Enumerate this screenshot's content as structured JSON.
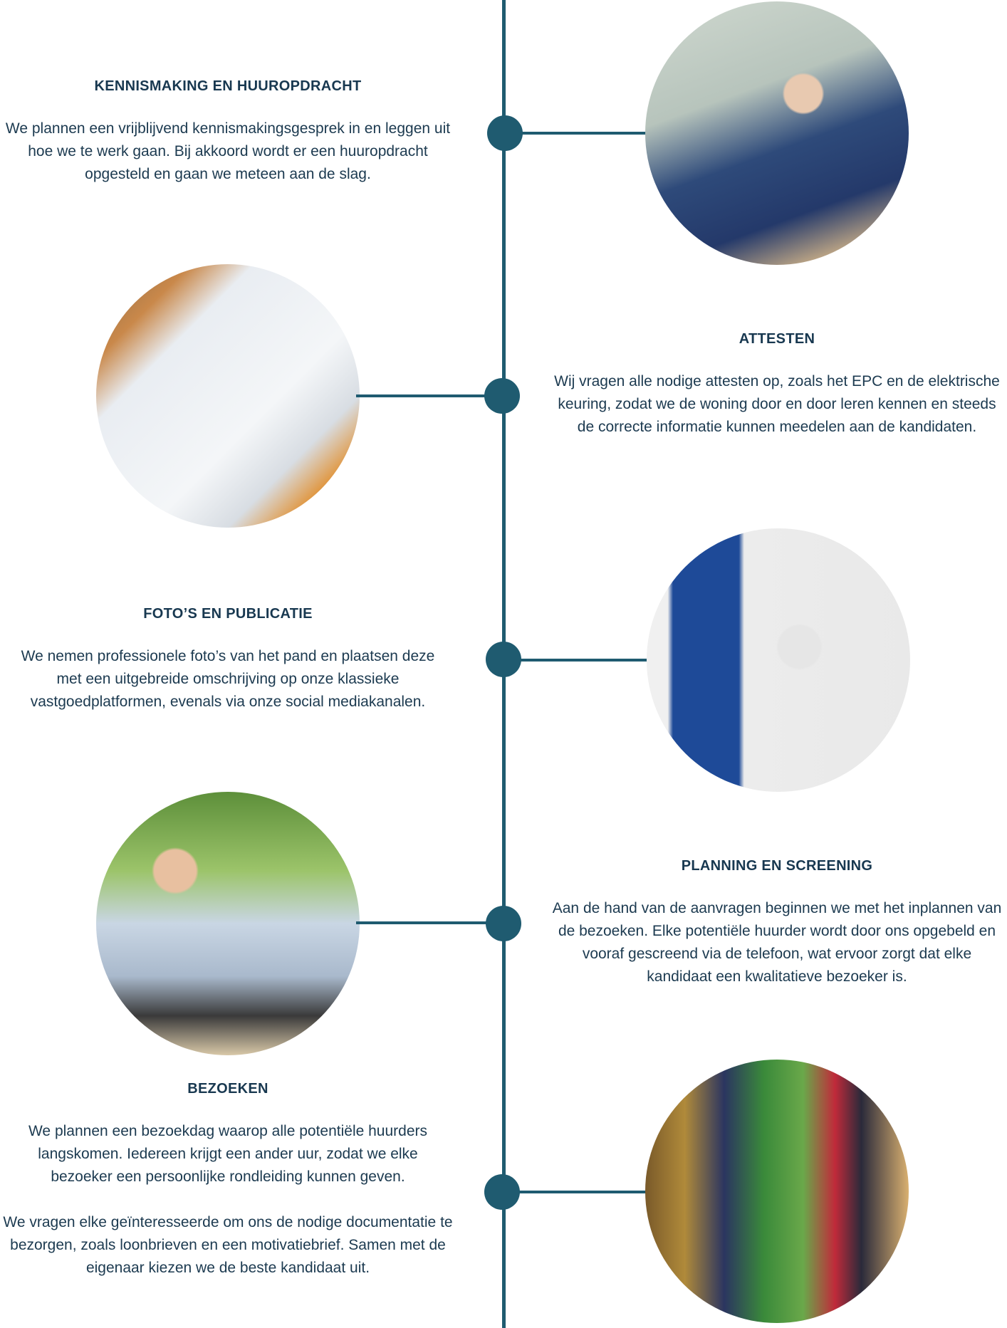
{
  "accent_color": "#1f5b70",
  "steps": [
    {
      "title": "KENNISMAKING EN HUUROPDRACHT",
      "text": [
        "We plannen een vrijblijvend kennismakingsgesprek in en leggen uit hoe we te werk gaan. Bij akkoord wordt er een huuropdracht opgesteld en gaan we meteen aan de slag."
      ],
      "photo": "handshake-photo"
    },
    {
      "title": "ATTESTEN",
      "text": [
        "Wij vragen alle nodige attesten op, zoals het EPC en de elektrische keuring, zodat we de woning door en door leren kennen en steeds de correcte informatie kunnen meedelen aan de kandidaten."
      ],
      "photo": "floorplan-photo"
    },
    {
      "title": "FOTO’S EN PUBLICATIE",
      "text": [
        "We nemen professionele foto’s van het pand en plaatsen deze met een uitgebreide omschrijving op onze klassieke vastgoedplatformen, evenals via onze social mediakanalen."
      ],
      "photo": "drone-photo"
    },
    {
      "title": "PLANNING EN SCREENING",
      "text": [
        "Aan de hand van de aanvragen beginnen we met het inplannen van de bezoeken. Elke potentiële huurder wordt door ons opgebeld en vooraf gescreend via de telefoon, wat ervoor zorgt dat elke kandidaat een kwalitatieve bezoeker is."
      ],
      "photo": "phone-call-photo"
    },
    {
      "title": "BEZOEKEN",
      "text": [
        "We plannen een bezoekdag waarop alle potentiële huurders langskomen. Iedereen krijgt een ander uur, zodat we elke bezoeker een persoonlijke rondleiding kunnen geven.",
        "We vragen elke geïnteresseerde om ons de nodige documentatie te bezorgen, zoals loonbrieven en een motivatiebrief. Samen met de eigenaar kiezen we de beste kandidaat uit."
      ],
      "photo": "visit-photo"
    }
  ]
}
